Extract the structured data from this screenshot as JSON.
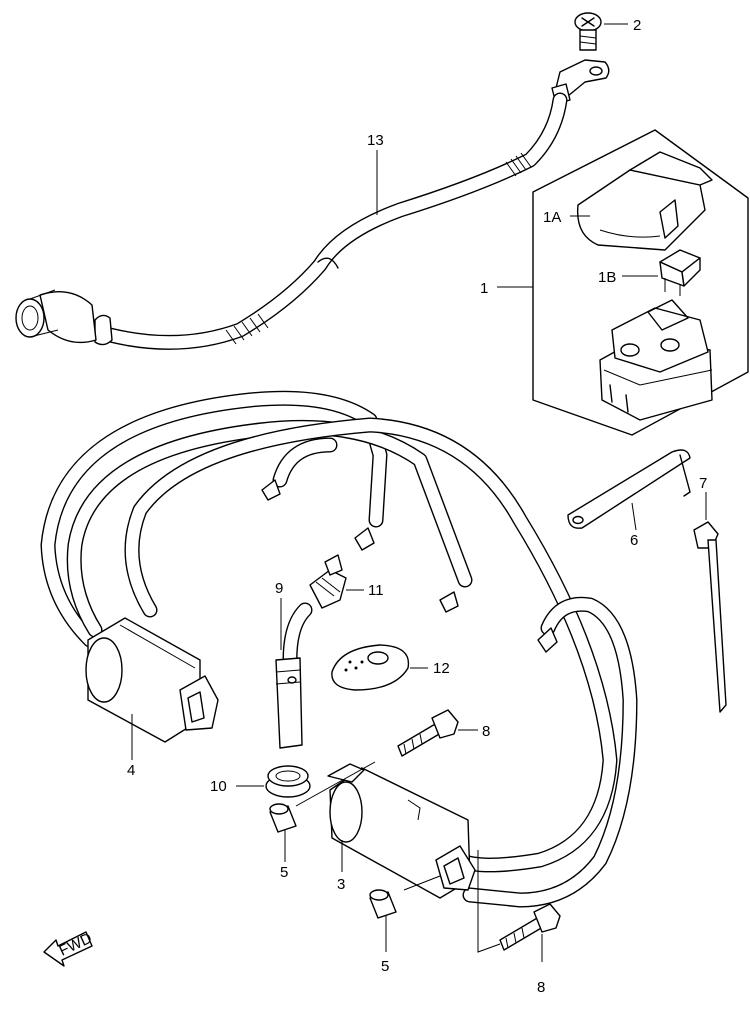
{
  "callouts": {
    "c1": "1",
    "c1a": "1A",
    "c1b": "1B",
    "c2": "2",
    "c3": "3",
    "c4": "4",
    "c5a": "5",
    "c5b": "5",
    "c6": "6",
    "c7": "7",
    "c8a": "8",
    "c8b": "8",
    "c9": "9",
    "c10": "10",
    "c11": "11",
    "c12": "12",
    "c13": "13"
  },
  "fwd_marker": {
    "text": "FWD",
    "icon": "forward-arrow-icon"
  },
  "colors": {
    "line": "#000000",
    "background": "#ffffff"
  }
}
